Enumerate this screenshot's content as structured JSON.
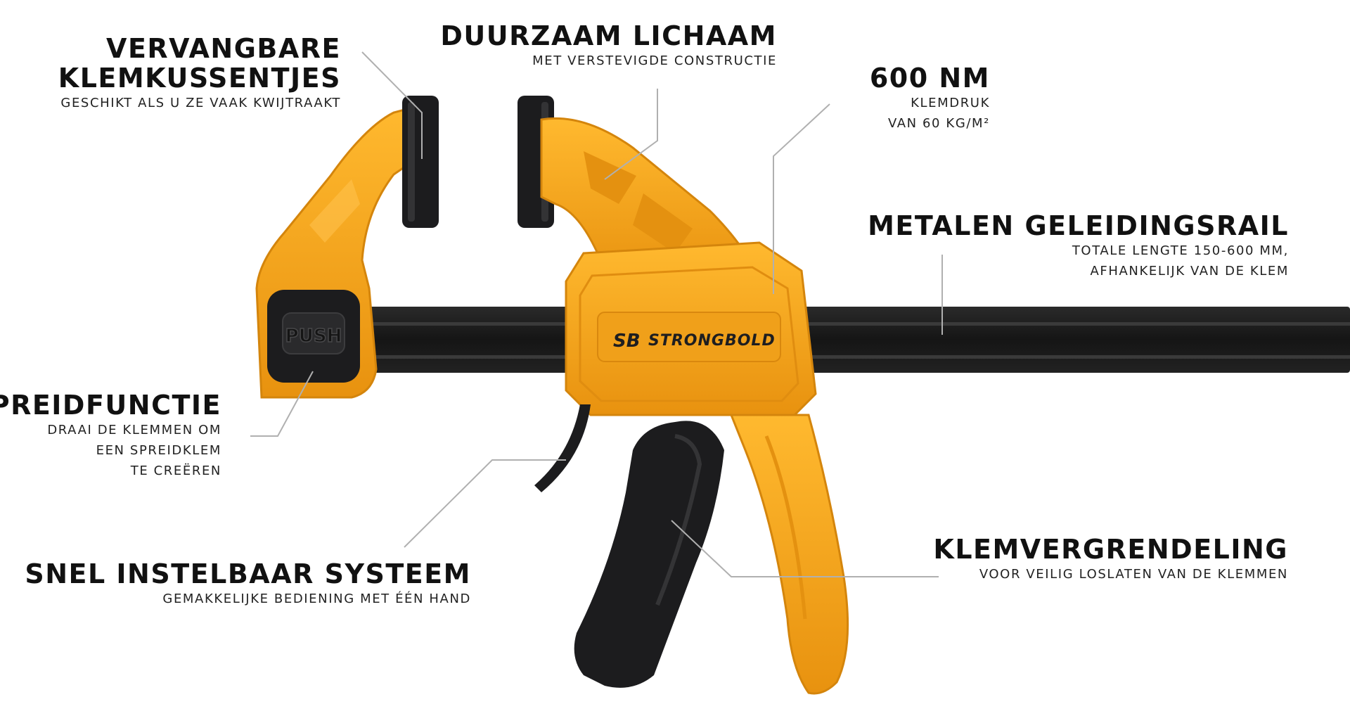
{
  "brand": {
    "name": "STRONGBOLD",
    "monogram": "SB"
  },
  "button_label": "PUSH",
  "colors": {
    "body_orange": "#f5a31c",
    "body_orange_dark": "#d98a0f",
    "body_orange_light": "#ffbb3d",
    "rubber_black": "#1c1c1e",
    "rail_black": "#1a1a1a",
    "callout_line": "#b0b0b0",
    "text": "#111111"
  },
  "features": [
    {
      "id": "replaceable-pads",
      "title_lines": [
        "VERVANGBARE",
        "KLEMKUSSENTJES"
      ],
      "subtitle_lines": [
        "GESCHIKT ALS U ZE VAAK KWIJTRAAKT"
      ]
    },
    {
      "id": "durable-body",
      "title_lines": [
        "DUURZAAM LICHAAM"
      ],
      "subtitle_lines": [
        "MET VERSTEVIGDE CONSTRUCTIE"
      ]
    },
    {
      "id": "clamping-force",
      "title_lines": [
        "600 NM"
      ],
      "subtitle_lines": [
        "KLEMDRUK",
        "VAN 60 KG/M²"
      ]
    },
    {
      "id": "metal-rail",
      "title_lines": [
        "METALEN GELEIDINGSRAIL"
      ],
      "subtitle_lines": [
        "TOTALE LENGTE 150-600 MM,",
        "AFHANKELIJK VAN DE KLEM"
      ]
    },
    {
      "id": "spread-function",
      "title_lines": [
        "SPREIDFUNCTIE"
      ],
      "subtitle_lines": [
        "DRAAI DE KLEMMEN OM",
        "EEN SPREIDKLEM",
        "TE CREËREN"
      ]
    },
    {
      "id": "quick-adjust",
      "title_lines": [
        "SNEL INSTELBAAR SYSTEEM"
      ],
      "subtitle_lines": [
        "GEMAKKELIJKE BEDIENING MET ÉÉN HAND"
      ]
    },
    {
      "id": "clamp-lock",
      "title_lines": [
        "KLEMVERGRENDELING"
      ],
      "subtitle_lines": [
        "VOOR VEILIG LOSLATEN VAN DE KLEMMEN"
      ]
    }
  ]
}
